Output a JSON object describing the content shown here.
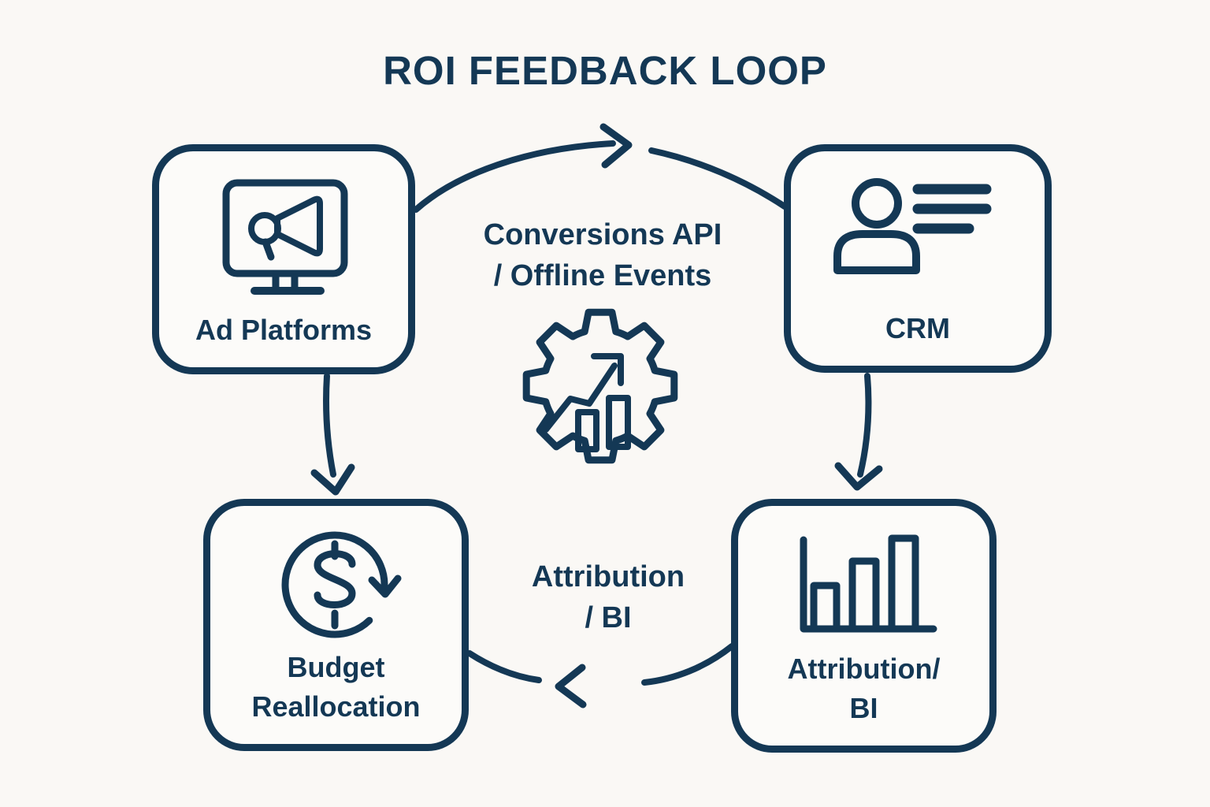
{
  "diagram": {
    "title": "ROI FEEDBACK LOOP"
  },
  "colors": {
    "ink": "#143855",
    "background": "#faf8f5",
    "node_fill": "#fcfbf9"
  },
  "nodes": {
    "ad_platforms": {
      "label": "Ad Platforms",
      "icon": "monitor-megaphone-icon"
    },
    "crm": {
      "label": "CRM",
      "icon": "contact-card-icon"
    },
    "attribution_bi": {
      "label_line1": "Attribution/",
      "label_line2": "BI",
      "icon": "bar-chart-icon"
    },
    "budget_reallocation": {
      "label_line1": "Budget",
      "label_line2": "Reallocation",
      "icon": "dollar-cycle-icon"
    }
  },
  "flow_labels": {
    "top": {
      "line1": "Conversions API",
      "line2": "/ Offline Events"
    },
    "bottom": {
      "line1": "Attribution",
      "line2": "/ BI"
    }
  },
  "edges": [
    {
      "from": "Ad Platforms",
      "to": "CRM",
      "label": "Conversions API / Offline Events"
    },
    {
      "from": "CRM",
      "to": "Attribution/BI"
    },
    {
      "from": "Attribution/BI",
      "to": "Budget Reallocation",
      "label": "Attribution / BI"
    },
    {
      "from": "Ad Platforms",
      "to": "Budget Reallocation"
    }
  ],
  "center_icon": "gear-growth-icon"
}
